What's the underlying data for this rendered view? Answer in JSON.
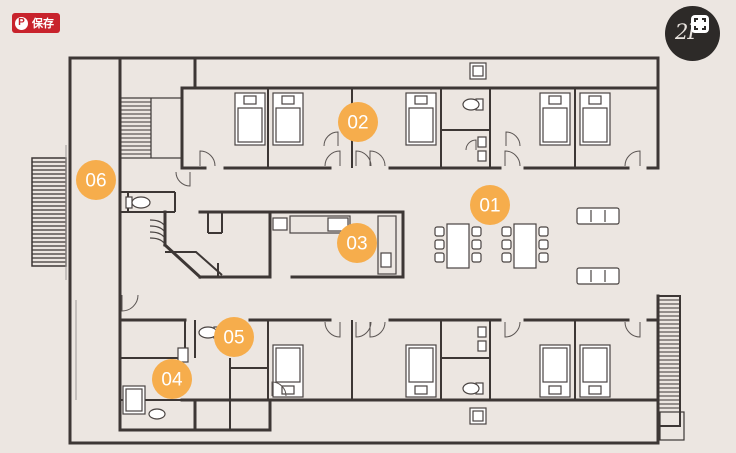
{
  "toolbar": {
    "save_label": "保存",
    "pin_glyph": "P"
  },
  "floor_badge": {
    "label": "2F",
    "icon": "fullscreen-icon"
  },
  "markers": [
    "01",
    "02",
    "03",
    "04",
    "05",
    "06"
  ],
  "colors": {
    "background": "#ece6e1",
    "wall": "#3d3735",
    "marker": "#f6ad4c",
    "save_button": "#c8232c",
    "badge": "#2d2a28"
  }
}
